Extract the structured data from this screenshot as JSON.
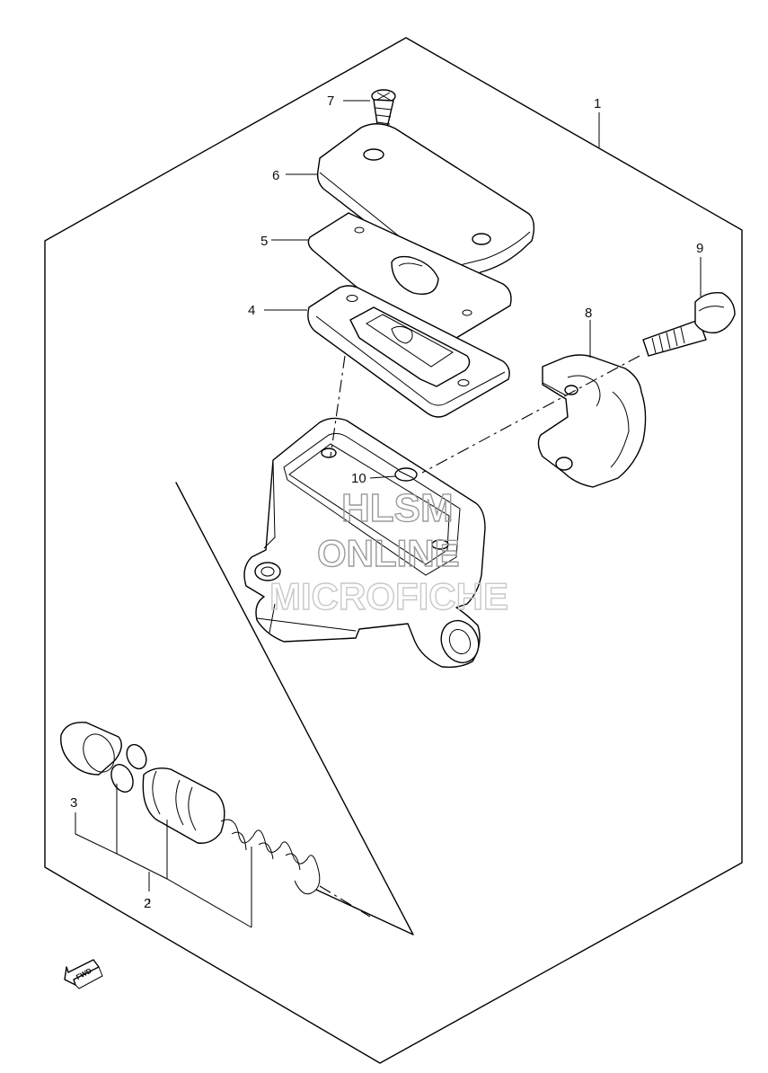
{
  "callouts": [
    {
      "id": "1",
      "text": "1"
    },
    {
      "id": "2",
      "text": "2"
    },
    {
      "id": "3",
      "text": "3"
    },
    {
      "id": "4",
      "text": "4"
    },
    {
      "id": "5",
      "text": "5"
    },
    {
      "id": "6",
      "text": "6"
    },
    {
      "id": "7",
      "text": "7"
    },
    {
      "id": "8",
      "text": "8"
    },
    {
      "id": "9",
      "text": "9"
    },
    {
      "id": "10",
      "text": "10"
    }
  ],
  "watermark": {
    "line1": "HLSM",
    "line2": "ONLINE",
    "line3": "MICROFICHE"
  },
  "direction_marker": {
    "text": "FWD",
    "icon": "fwd-arrow-icon"
  },
  "colors": {
    "line": "#000000",
    "watermark": "#9a9a9a",
    "background": "#ffffff"
  }
}
